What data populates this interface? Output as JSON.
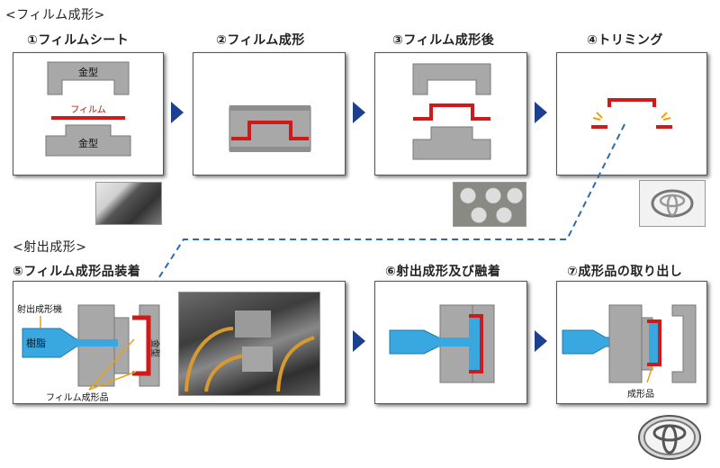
{
  "sections": {
    "film_title": "<フィルム成形>",
    "injection_title": "<射出成形>"
  },
  "steps": [
    {
      "label": "①フィルムシート"
    },
    {
      "label": "②フィルム成形"
    },
    {
      "label": "③フィルム成形後"
    },
    {
      "label": "④トリミング"
    },
    {
      "label": "⑤フィルム成形品装着"
    },
    {
      "label": "⑥射出成形及び融着"
    },
    {
      "label": "⑦成形品の取り出し"
    }
  ],
  "annotations": {
    "mold_top": "金型",
    "film": "フィルム",
    "mold_bottom": "金型",
    "injection_machine": "射出成形機",
    "resin": "樹脂",
    "mold_vertical": "金型",
    "film_product": "フィルム成形品",
    "molded_product": "成形品"
  },
  "colors": {
    "mold": "#a8a8a8",
    "film": "#d01a1a",
    "resin": "#3aa8e0",
    "arrow": "#1d3f8f",
    "connector": "#2b6cb0"
  }
}
